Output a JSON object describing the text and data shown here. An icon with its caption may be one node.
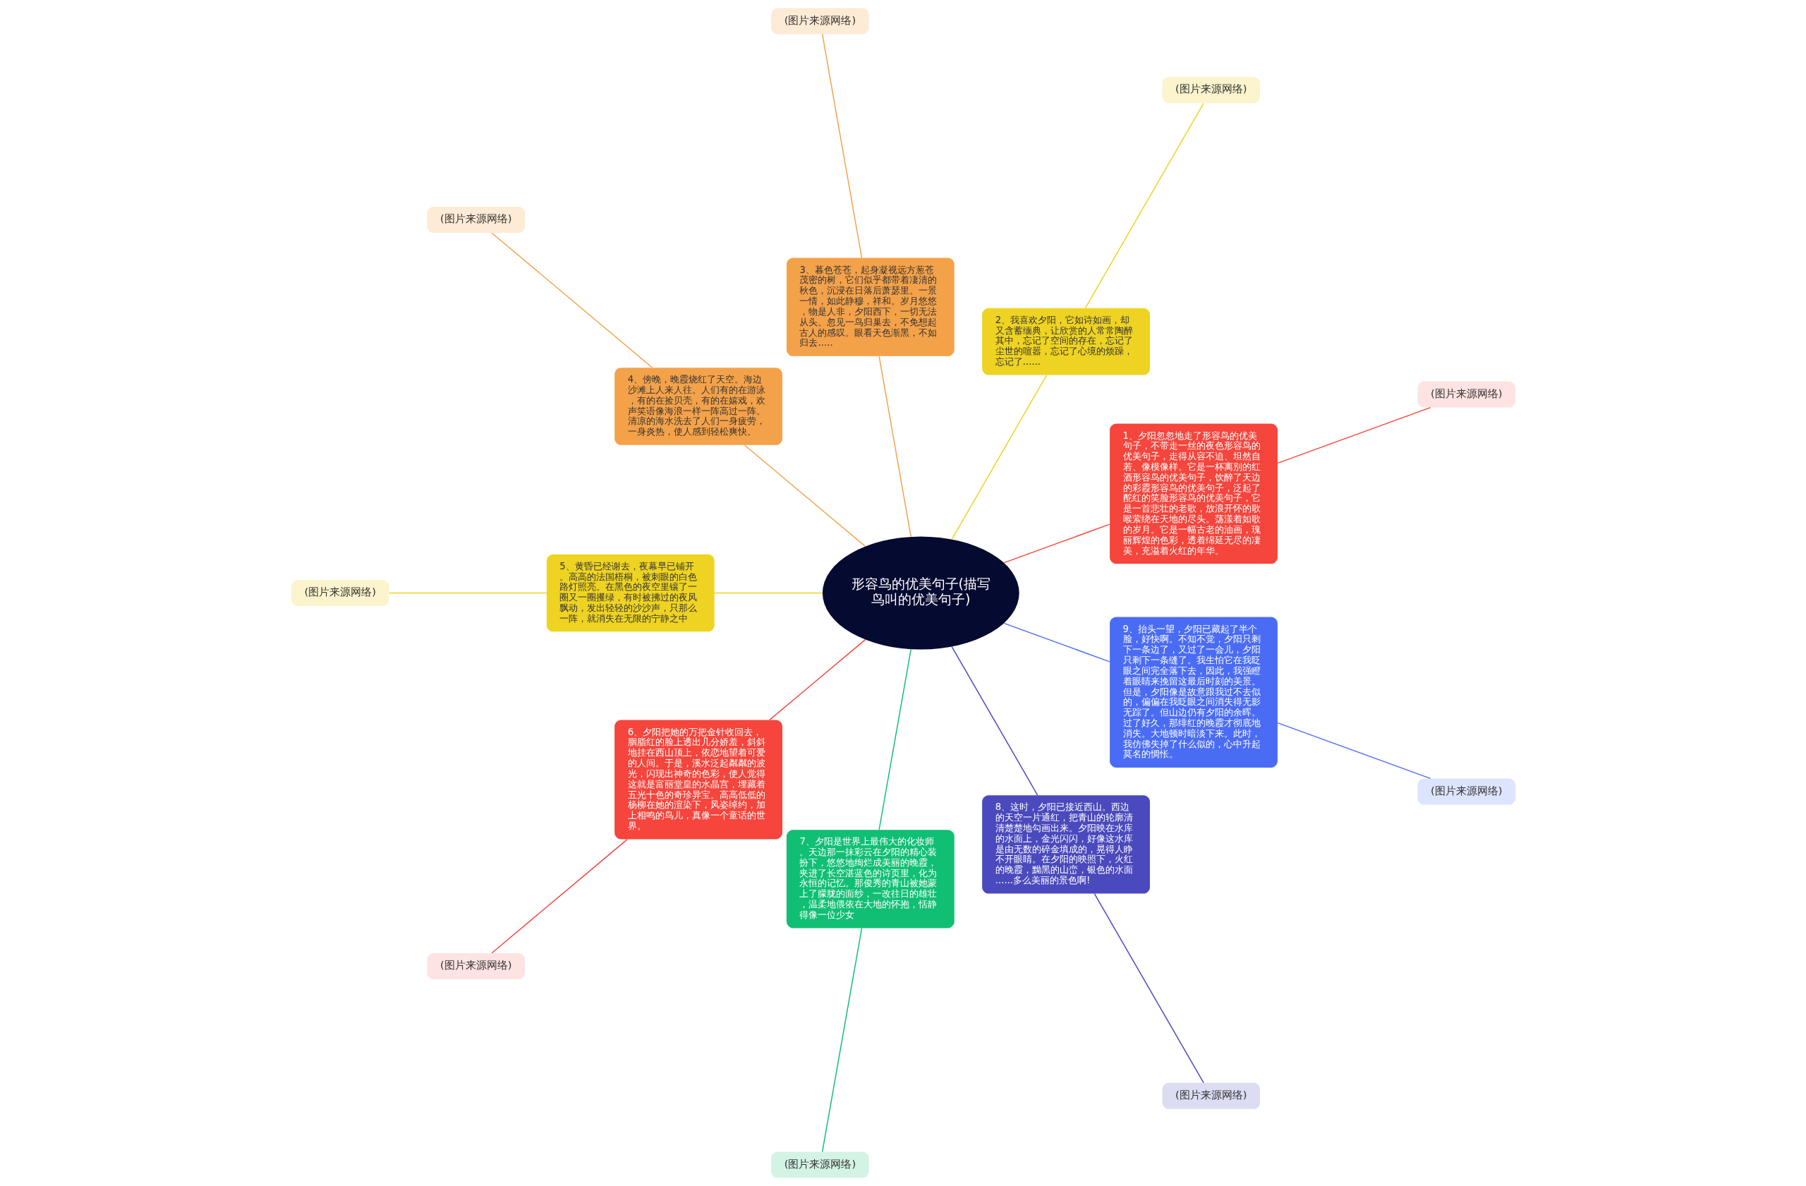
{
  "diagram": {
    "nodes": [
      {
        "text": [
          "形容鸟的优美句子(描写鸟叫的优美句子)"
        ]
      },
      {
        "text": [
          "1、夕阳忽忽地走了形容鸟的优美句子，不带走一丝的夜色形容鸟的优美句子，走得从容不迫、坦然自若、像模像样。它是一杯离别的红酒形容鸟的优美句子，饮醉了天边的彩霞形容鸟的优美句子，泛起了酡红的笑脸形容鸟的优美句子，它是一首悲壮的老歌，放浪开怀的歌喉萦绕在天地的尽头。荡漾着如歌的岁月。它是一幅古老的油画，瑰丽辉煌的色彩，透着绵延无尽的凄美，充溢着火红的年华。"
        ]
      },
      {
        "text": [
          "2、我喜欢夕阳，它如诗如画，却又含蓄缅典，让欣赏的人常常陶醉其中，忘记了空间的存在，忘记了尘世的喧嚣，忘记了心境的烦躁，忘记了......"
        ]
      },
      {
        "text": [
          "3、暮色苍苍，起身凝视远方葱苍茂密的树，它们似乎都带着凄清的秋色，沉浸在日落后萧瑟里。一景一情，如此静穆，祥和。岁月悠悠，物是人非，夕阳西下，一切无法从头。忽见一鸟归巢去，不免想起古人的感叹。眼看天色渐黑，不如归去....."
        ]
      },
      {
        "text": [
          "4、傍晚，晚霞烧红了天空。海边沙滩上人来人往。人们有的在游泳，有的在捡贝壳，有的在嬉戏，欢声笑语像海浪一样一阵高过一阵。清凉的海水洗去了人们一身疲劳，一身炎热，使人感到轻松爽快。"
        ]
      },
      {
        "text": [
          "5、黄昏已经谢去，夜幕早已铺开。高高的法国梧桐，被刺眼的白色路灯照亮。在黑色的夜空里镶了一圈又一圈攫绿，有时被拂过的夜风飘动，发出轻轻的沙沙声，只那么一阵，就消失在无限的宁静之中"
        ]
      },
      {
        "text": [
          "6、夕阳把她的万把金针收回去，胭脂红的脸上透出几分娇羞，斜斜地挂在西山顶上，依恋地望着可爱的人间。于是，溪水泛起粼粼的波光，闪现出神奇的色彩，使人觉得这就是富丽堂皇的水晶宫，埋藏着五光十色的奇珍异宝。高高低低的杨柳在她的渲染下，风姿绰约，加上相鸣的鸟儿，真像一个童话的世界。"
        ]
      },
      {
        "text": [
          "7、夕阳是世界上最伟大的化妆师。天边那一抹彩云在夕阳的精心装扮下，悠悠地绚烂成美丽的晚霞，夹进了长空湛蓝色的诗页里，化为永恒的记忆。那俊秀的青山被她蒙上了朦胧的面纱，一改往日的雄壮，温柔地偎依在大地的怀抱，恬静得像一位少女"
        ]
      },
      {
        "text": [
          "8、这时，夕阳已接近西山。西边的天空一片通红，把青山的轮廓清清楚楚地勾画出来。夕阳映在水库的水面上，金光闪闪，好像这水库是由无数的碎金填成的，晃得人睁不开眼睛。在夕阳的映照下，火红的晚霞，黝黑的山峦，银色的水面......多么美丽的景色啊!"
        ]
      },
      {
        "text": [
          "9、抬头一望，夕阳已藏起了半个脸，好快啊。不知不觉，夕阳只剩下一条边了，又过了一会儿，夕阳只剩下一条缝了。我生怕它在我眨眼之间完全落下去，因此，我强瞪着眼睛来挽留这最后时刻的美景。但是，夕阳像是故意跟我过不去似的，偏偏在我眨眼之间消失得无影无踪了。但山边仍有夕阳的余晖。过了好久，那绯红的晚霞才彻底地消失。大地顿时暗淡下来。此时，我仿佛失掉了什么似的，心中升起莫名的惆怅。"
        ]
      },
      {
        "text": [
          "(图片来源网络)"
        ]
      },
      {
        "text": [
          "(图片来源网络)"
        ]
      },
      {
        "text": [
          "(图片来源网络)"
        ]
      },
      {
        "text": [
          "(图片来源网络)"
        ]
      },
      {
        "text": [
          "(图片来源网络)"
        ]
      },
      {
        "text": [
          "(图片来源网络)"
        ]
      },
      {
        "text": [
          "(图片来源网络)"
        ]
      },
      {
        "text": [
          "(图片来源网络)"
        ]
      },
      {
        "text": [
          "(图片来源网络)"
        ]
      }
    ],
    "edges": [
      {
        "from": 0,
        "to": 1,
        "arrow": "none",
        "color": "#f5453c"
      },
      {
        "from": 0,
        "to": 2,
        "arrow": "none",
        "color": "#eed322"
      },
      {
        "from": 0,
        "to": 3,
        "arrow": "none",
        "color": "#f4a24a"
      },
      {
        "from": 0,
        "to": 4,
        "arrow": "none",
        "color": "#f4a24a"
      },
      {
        "from": 0,
        "to": 5,
        "arrow": "none",
        "color": "#eed322"
      },
      {
        "from": 0,
        "to": 6,
        "arrow": "none",
        "color": "#f5453c"
      },
      {
        "from": 0,
        "to": 7,
        "arrow": "none",
        "color": "#10bf74"
      },
      {
        "from": 0,
        "to": 8,
        "arrow": "none",
        "color": "#4a49bd"
      },
      {
        "from": 0,
        "to": 9,
        "arrow": "none",
        "color": "#4a6cf5"
      },
      {
        "from": 1,
        "to": 10,
        "arrow": "none",
        "color": "#f5453c"
      },
      {
        "from": 2,
        "to": 11,
        "arrow": "none",
        "color": "#eed322"
      },
      {
        "from": 3,
        "to": 12,
        "arrow": "none",
        "color": "#f4a24a"
      },
      {
        "from": 4,
        "to": 13,
        "arrow": "none",
        "color": "#f4a24a"
      },
      {
        "from": 5,
        "to": 14,
        "arrow": "none",
        "color": "#eed322"
      },
      {
        "from": 6,
        "to": 15,
        "arrow": "none",
        "color": "#f5453c"
      },
      {
        "from": 7,
        "to": 16,
        "arrow": "none",
        "color": "#10bf74"
      },
      {
        "from": 8,
        "to": 17,
        "arrow": "none",
        "color": "#4a49bd"
      },
      {
        "from": 9,
        "to": 18,
        "arrow": "none",
        "color": "#4a6cf5"
      }
    ]
  }
}
